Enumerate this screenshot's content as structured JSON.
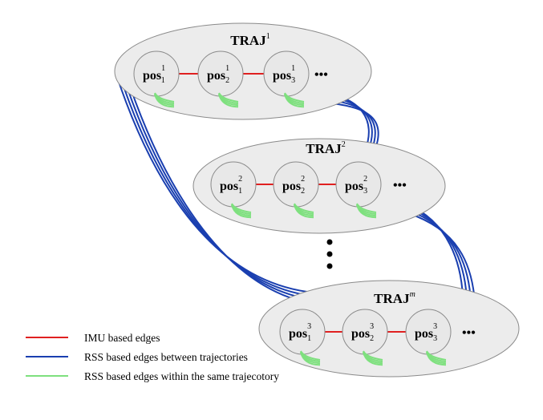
{
  "trajectories": [
    {
      "title": "TRAJ",
      "sup": "1",
      "nodes": [
        {
          "label": "pos",
          "sup": "1",
          "sub": "1"
        },
        {
          "label": "pos",
          "sup": "1",
          "sub": "2"
        },
        {
          "label": "pos",
          "sup": "1",
          "sub": "3"
        }
      ],
      "ellipsis": "•••"
    },
    {
      "title": "TRAJ",
      "sup": "2",
      "nodes": [
        {
          "label": "pos",
          "sup": "2",
          "sub": "1"
        },
        {
          "label": "pos",
          "sup": "2",
          "sub": "2"
        },
        {
          "label": "pos",
          "sup": "2",
          "sub": "3"
        }
      ],
      "ellipsis": "•••"
    },
    {
      "title": "TRAJ",
      "sup": "m",
      "nodes": [
        {
          "label": "pos",
          "sup": "3",
          "sub": "1"
        },
        {
          "label": "pos",
          "sup": "3",
          "sub": "2"
        },
        {
          "label": "pos",
          "sup": "3",
          "sub": "3"
        }
      ],
      "ellipsis": "•••"
    }
  ],
  "vertical_ellipsis": "⋮",
  "legend": [
    {
      "label": "IMU based edges",
      "color": "#e02020"
    },
    {
      "label": "RSS based edges between trajectories",
      "color": "#1a3fb0"
    },
    {
      "label": "RSS based edges within the same trajecotory",
      "color": "#7ee07e"
    }
  ],
  "colors": {
    "ellipse_fill": "#ececec",
    "node_fill": "#e8e8e8",
    "outline": "#8a8a8a"
  }
}
